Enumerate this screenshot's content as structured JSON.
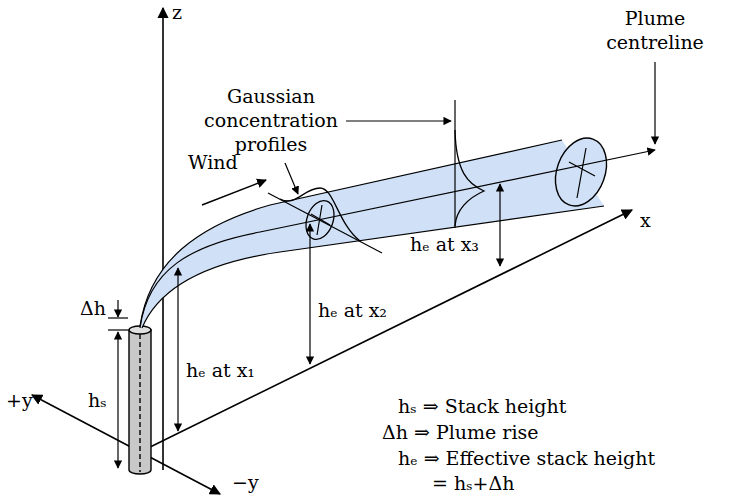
{
  "diagram": {
    "labels": [
      "z",
      "Plume centreline",
      "Gaussian concentration profiles",
      "Wind",
      "Δh",
      "hₛ",
      "hₑ at x₁",
      "hₑ at x₂",
      "hₑ at x₃",
      "+y",
      "x",
      "−y",
      "hₛ ⇒ Stack height",
      "Δh ⇒ Plume rise",
      "hₑ ⇒ Effective stack height",
      "= hₛ+Δh"
    ]
  }
}
